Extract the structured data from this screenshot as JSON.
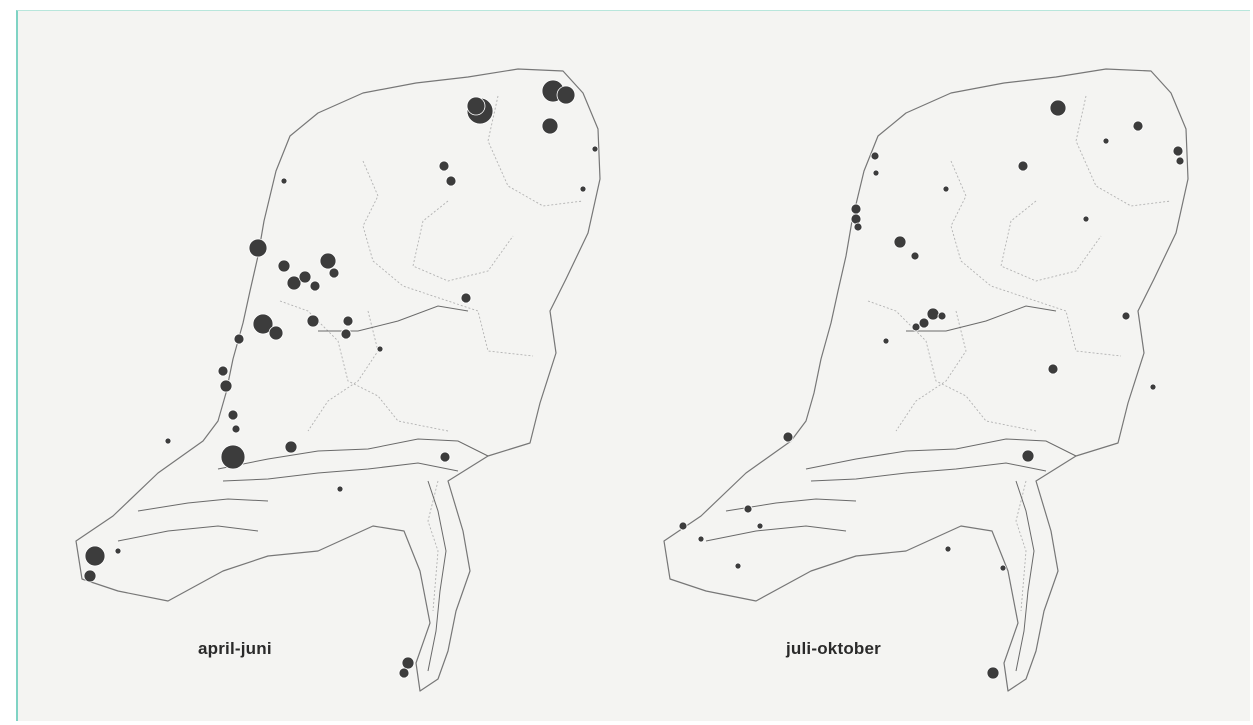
{
  "panels": [
    {
      "label": "april-juni"
    },
    {
      "label": "juli-oktober"
    }
  ],
  "colors": {
    "background": "#f4f4f2",
    "symbol": "#3c3c3c",
    "outline": "#777777",
    "frame_accent": "#7fd3c4"
  },
  "symbol": "proportional-circle"
}
